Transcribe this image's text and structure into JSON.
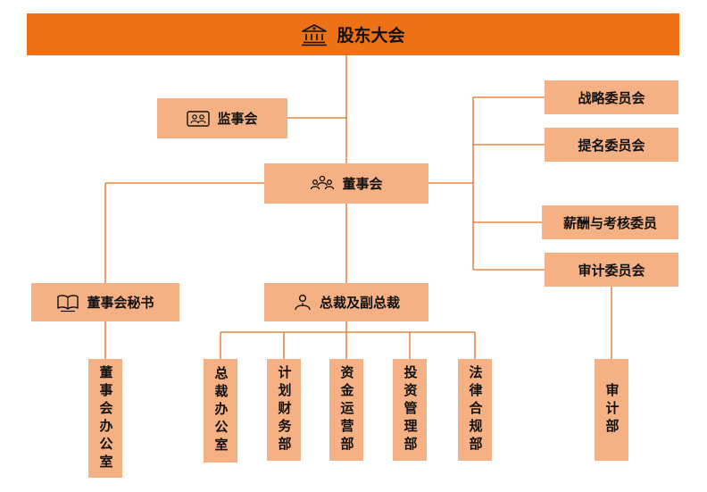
{
  "banner": {
    "label": "股东大会",
    "icon": "bank-icon"
  },
  "nodes": {
    "supervisory": {
      "label": "监事会",
      "icon": "supervisors-icon"
    },
    "board": {
      "label": "董事会",
      "icon": "people-group-icon"
    },
    "secretary": {
      "label": "董事会秘书",
      "icon": "open-book-icon"
    },
    "president": {
      "label": "总裁及副总裁",
      "icon": "person-icon"
    }
  },
  "committees": [
    {
      "label": "战略委员会"
    },
    {
      "label": "提名委员会"
    },
    {
      "label": "薪酬与考核委员"
    },
    {
      "label": "审计委员会"
    }
  ],
  "departments": [
    {
      "label": "董事会办公室"
    },
    {
      "label": "总裁办公室"
    },
    {
      "label": "计划财务部"
    },
    {
      "label": "资金运营部"
    },
    {
      "label": "投资管理部"
    },
    {
      "label": "法律合规部"
    },
    {
      "label": "审计部"
    }
  ],
  "colors": {
    "banner_bg": "#ED7117",
    "node_bg": "#F5B183",
    "line": "#E2701F",
    "text": "#111111"
  }
}
